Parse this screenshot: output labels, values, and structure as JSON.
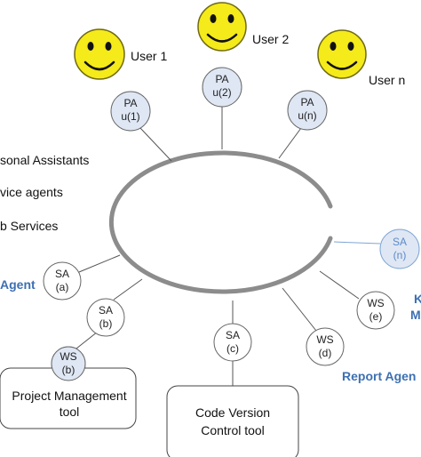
{
  "users": [
    {
      "label": "User 1"
    },
    {
      "label": "User 2"
    },
    {
      "label": "User n"
    }
  ],
  "personal_assistants": [
    {
      "line1": "PA",
      "line2": "u(1)"
    },
    {
      "line1": "PA",
      "line2": "u(2)"
    },
    {
      "line1": "PA",
      "line2": "u(n)"
    }
  ],
  "legend": [
    "sonal Assistants",
    "vice agents",
    "b Services"
  ],
  "service_agents": [
    {
      "line1": "SA",
      "line2": "(a)"
    },
    {
      "line1": "SA",
      "line2": "(b)"
    },
    {
      "line1": "SA",
      "line2": "(c)"
    },
    {
      "line1": "SA",
      "line2": "(n)"
    }
  ],
  "web_services": [
    {
      "line1": "WS",
      "line2": "(b)"
    },
    {
      "line1": "WS",
      "line2": "(d)"
    },
    {
      "line1": "WS",
      "line2": "(e)"
    }
  ],
  "agent_labels": {
    "left": "Agent",
    "report": "Report Agen",
    "right_top": "K",
    "right_bottom": "M"
  },
  "tools": {
    "project": {
      "line1": "Project Management",
      "line2": "tool"
    },
    "code": {
      "line1": "Code Version",
      "line2": "Control tool"
    }
  },
  "colors": {
    "ring": "#8c8c8c",
    "pa_fill": "#dfe7f4",
    "sa_n_fill": "#dfe7f4",
    "sa_n_stroke": "#7fa5d6",
    "sa_n_text": "#5b8ac8",
    "agent_label": "#3d70b2",
    "smiley_fill": "#f5ea1a",
    "smiley_stroke": "#6f6a12"
  }
}
